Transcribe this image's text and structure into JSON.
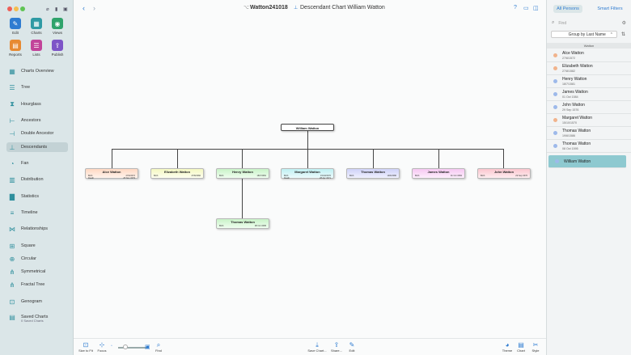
{
  "colors": {
    "accent": "#2f7cd1",
    "teal": "#2f8f9d",
    "male_dot": "#9db9ea",
    "female_dot": "#f1b38c",
    "selected_row": "#8ec9d0"
  },
  "toolbar": {
    "document_title": "Watton241018",
    "chart_title": "Descendant Chart William Watton"
  },
  "tools": [
    {
      "label": "Edit",
      "icon": "pencil-icon",
      "color": "#2f7cd1"
    },
    {
      "label": "Charts",
      "icon": "charts-icon",
      "color": "#2f9aa4"
    },
    {
      "label": "Views",
      "icon": "eye-icon",
      "color": "#2fa36b"
    },
    {
      "label": "Reports",
      "icon": "reports-icon",
      "color": "#e78a33"
    },
    {
      "label": "Lists",
      "icon": "lists-icon",
      "color": "#c2449a"
    },
    {
      "label": "Publish",
      "icon": "publish-icon",
      "color": "#7d55c7"
    }
  ],
  "nav": [
    {
      "label": "Charts Overview",
      "icon": "charts-overview-icon"
    },
    {
      "label": "Tree",
      "icon": "tree-icon"
    },
    {
      "label": "Hourglass",
      "icon": "hourglass-icon"
    },
    {
      "label": "Ancestors",
      "icon": "ancestors-icon"
    },
    {
      "label": "Double Ancestor",
      "icon": "double-ancestor-icon"
    },
    {
      "label": "Descendants",
      "icon": "descendants-icon",
      "active": true
    },
    {
      "label": "Fan",
      "icon": "fan-icon"
    },
    {
      "label": "Distribution",
      "icon": "distribution-icon"
    },
    {
      "label": "Statistics",
      "icon": "statistics-icon"
    },
    {
      "label": "Timeline",
      "icon": "timeline-icon"
    },
    {
      "label": "Relationships",
      "icon": "relationships-icon"
    },
    {
      "label": "Square",
      "icon": "square-chart-icon"
    },
    {
      "label": "Circular",
      "icon": "circular-chart-icon"
    },
    {
      "label": "Symmetrical",
      "icon": "symmetrical-chart-icon"
    },
    {
      "label": "Fractal Tree",
      "icon": "fractal-tree-icon"
    },
    {
      "label": "Genogram",
      "icon": "genogram-icon"
    },
    {
      "label": "Saved Charts",
      "icon": "saved-charts-icon",
      "sub": "0 Saved Charts"
    }
  ],
  "chart": {
    "root": {
      "name": "William Watton"
    },
    "children": [
      {
        "name": "Alce Watton",
        "birth_label": "Birth",
        "birth": "27/6/1572",
        "death_label": "Death",
        "death": "25 Nov 1579"
      },
      {
        "name": "Elizabeth Watton",
        "birth_label": "Birth",
        "birth": "27/8/1582"
      },
      {
        "name": "Henry Watton",
        "birth_label": "Birth",
        "birth": "18/7/1581"
      },
      {
        "name": "Margaret Watton",
        "birth_label": "Birth",
        "birth": "15/10/1570",
        "death_label": "Death",
        "death": "28 Apr 1571"
      },
      {
        "name": "Thomas Watton",
        "birth_label": "Birth",
        "birth": "19/6/1586"
      },
      {
        "name": "James Watton",
        "birth_label": "Birth",
        "birth": "01 Oct 1584"
      },
      {
        "name": "John Watton",
        "birth_label": "Birth",
        "birth": "29 Sep 1576"
      }
    ],
    "grandchild": {
      "name": "Thomas Watton",
      "birth_label": "Birth",
      "birth": "08 Oct 1595"
    }
  },
  "bottombar": [
    {
      "label": "Size to Fit",
      "icon": "size-to-fit-icon"
    },
    {
      "label": "Focus",
      "icon": "focus-icon"
    },
    {
      "label": "Find",
      "icon": "find-icon"
    },
    {
      "label": "Save Chart...",
      "icon": "save-chart-icon"
    },
    {
      "label": "Share...",
      "icon": "share-icon"
    },
    {
      "label": "Edit",
      "icon": "edit-icon"
    },
    {
      "label": "Theme",
      "icon": "theme-icon"
    },
    {
      "label": "Chart",
      "icon": "chart-icon"
    },
    {
      "label": "Style",
      "icon": "style-icon"
    }
  ],
  "right": {
    "seg_all": "All Persons",
    "seg_smart": "Smart Filters",
    "find_placeholder": "Find",
    "group_by": "Group by Last Name",
    "section_header": "Watton",
    "persons": [
      {
        "name": "Alce Watton",
        "date": "27/6/1572",
        "sex": "female"
      },
      {
        "name": "Elizabeth Watton",
        "date": "27/8/1582",
        "sex": "female"
      },
      {
        "name": "Henry Watton",
        "date": "18/7/1581",
        "sex": "male"
      },
      {
        "name": "James Watton",
        "date": "01 Oct 1584",
        "sex": "male"
      },
      {
        "name": "John Watton",
        "date": "29 Sep 1576",
        "sex": "male"
      },
      {
        "name": "Margaret Watton",
        "date": "15/10/1570",
        "sex": "female"
      },
      {
        "name": "Thomas Watton",
        "date": "19/6/1586",
        "sex": "male"
      },
      {
        "name": "Thomas Watton",
        "date": "08 Oct 1595",
        "sex": "male"
      },
      {
        "name": "William Watton",
        "date": "",
        "sex": "male",
        "selected": true
      }
    ]
  }
}
